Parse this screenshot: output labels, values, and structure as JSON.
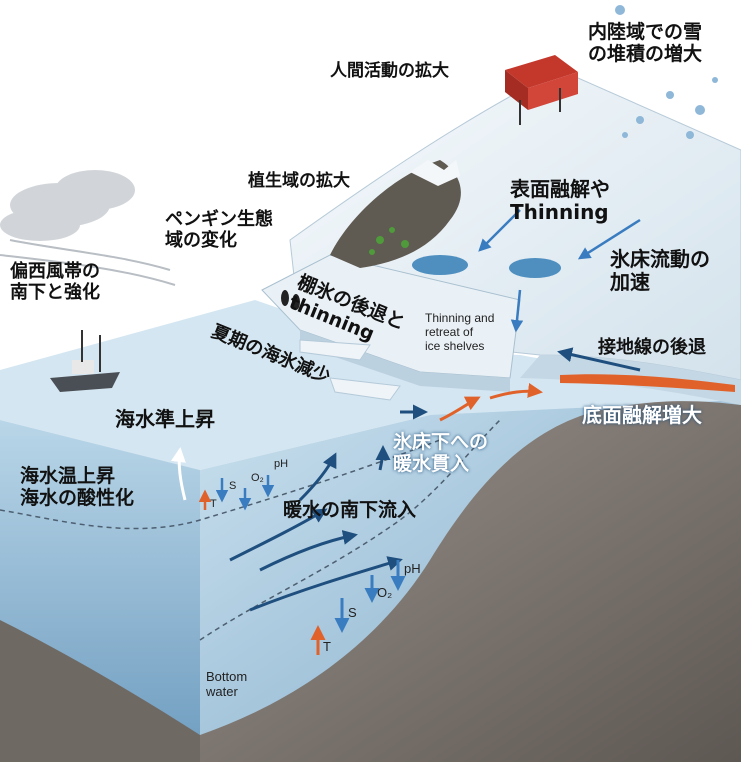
{
  "labels": {
    "inland_snow": "内陸域での雪\nの堆積の増大",
    "human_activity": "人間活動の拡大",
    "vegetation": "植生域の拡大",
    "surface_melt": "表面融解や\nThinning",
    "penguin": "ペンギン生態\n域の変化",
    "westerlies": "偏西風帯の\n南下と強化",
    "ice_shelf_retreat": "棚氷の後退と\nthinning",
    "ice_flow": "氷床流動の\n加速",
    "grounding_line": "接地線の後退",
    "summer_sea_ice": "夏期の海氷減少",
    "basal_melt": "底面融解増大",
    "upwelling": "海水準上昇",
    "warm_intrusion": "氷床下への\n暖水貫入",
    "warming_acid": "海水温上昇\n海水の酸性化",
    "warm_inflow": "暖水の南下流入",
    "thinning_en": "Thinning and\nretreat of\nice shelves",
    "bottom_water": "Bottom\nwater",
    "ph": "pH",
    "s": "S",
    "o2": "O₂",
    "t": "T"
  },
  "colors": {
    "ocean_top": "#d4e6f1",
    "ocean_front": "#9fc4dc",
    "bedrock": "#7b746f",
    "ice": "#eef4f8",
    "warm_arrow": "#e0622a",
    "cold_arrow": "#1f4f7e",
    "trend_down": "#3a7cc0",
    "trend_up": "#e0622a"
  }
}
